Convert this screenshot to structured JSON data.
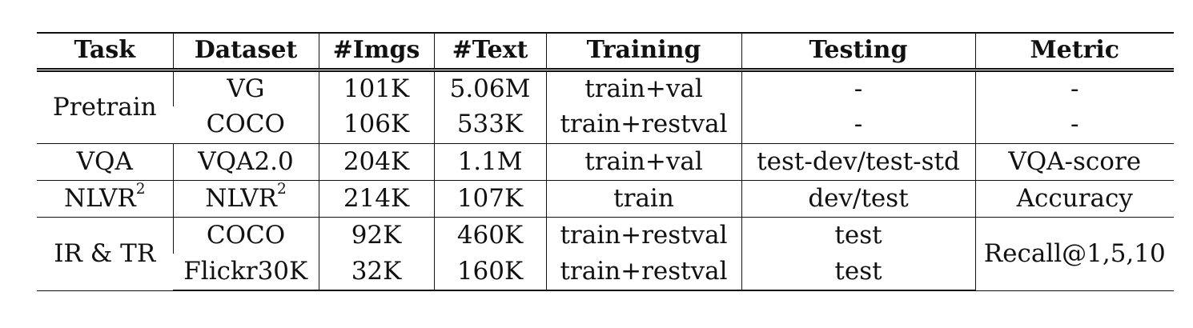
{
  "table": {
    "headers": [
      "Task",
      "Dataset",
      "#Imgs",
      "#Text",
      "Training",
      "Testing",
      "Metric"
    ],
    "rows": [
      {
        "task": "Pretrain",
        "task_rowspan": 2,
        "dataset": "VG",
        "imgs": "101K",
        "text": "5.06M",
        "training": "train+val",
        "testing": "-",
        "metric": "-",
        "metric_rowspan": 1,
        "group_end": false
      },
      {
        "dataset": "COCO",
        "imgs": "106K",
        "text": "533K",
        "training": "train+restval",
        "testing": "-",
        "metric": "-",
        "metric_rowspan": 1,
        "group_end": true
      },
      {
        "task": "VQA",
        "task_rowspan": 1,
        "dataset": "VQA2.0",
        "imgs": "204K",
        "text": "1.1M",
        "training": "train+val",
        "testing": "test-dev/test-std",
        "metric": "VQA-score",
        "metric_rowspan": 1,
        "group_end": true
      },
      {
        "task": "NLVR",
        "task_sup": "2",
        "task_rowspan": 1,
        "dataset": "NLVR",
        "dataset_sup": "2",
        "imgs": "214K",
        "text": "107K",
        "training": "train",
        "testing": "dev/test",
        "metric": "Accuracy",
        "metric_rowspan": 1,
        "group_end": true
      },
      {
        "task": "IR & TR",
        "task_rowspan": 2,
        "dataset": "COCO",
        "imgs": "92K",
        "text": "460K",
        "training": "train+restval",
        "testing": "test",
        "metric": "Recall@1,5,10",
        "metric_rowspan": 2,
        "group_end": false
      },
      {
        "dataset": "Flickr30K",
        "imgs": "32K",
        "text": "160K",
        "training": "train+restval",
        "testing": "test",
        "group_end": true
      }
    ]
  }
}
